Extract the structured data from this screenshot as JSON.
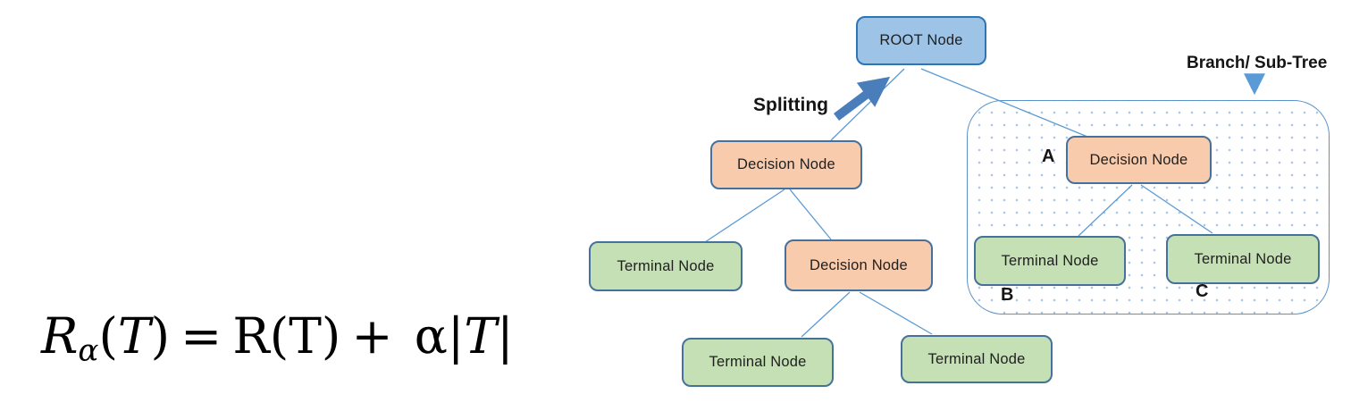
{
  "diagram": {
    "root": {
      "label": "ROOT Node"
    },
    "decision1": {
      "label": "Decision Node"
    },
    "terminal_left": {
      "label": "Terminal Node"
    },
    "decision2": {
      "label": "Decision Node"
    },
    "terminal_bottom_left": {
      "label": "Terminal Node"
    },
    "terminal_bottom_right": {
      "label": "Terminal Node"
    },
    "annotations": {
      "splitting": "Splitting",
      "branch": "Branch/ Sub-Tree"
    },
    "subtree": {
      "decision": {
        "label": "Decision Node",
        "tag": "A"
      },
      "terminal_left": {
        "label": "Terminal Node",
        "tag": "B"
      },
      "terminal_right": {
        "label": "Terminal Node",
        "tag": "C"
      }
    }
  },
  "formula": {
    "base": "R",
    "subscript": "α",
    "open1": "(",
    "arg1": "T",
    "close1": ")",
    "equals": "=",
    "rhs_term": "R(T)",
    "plus": "+",
    "alpha": "α",
    "bar_open": "|",
    "rhs_T": "T",
    "bar_close": "|"
  },
  "colors": {
    "root_fill": "#9dc3e6",
    "root_border": "#2e75b6",
    "decision_fill": "#f8cbad",
    "terminal_fill": "#c5e0b4",
    "node_border": "#46719c",
    "edge": "#5b9bd5",
    "arrow": "#4a7ebb",
    "subtree_border": "#5b93c8"
  }
}
